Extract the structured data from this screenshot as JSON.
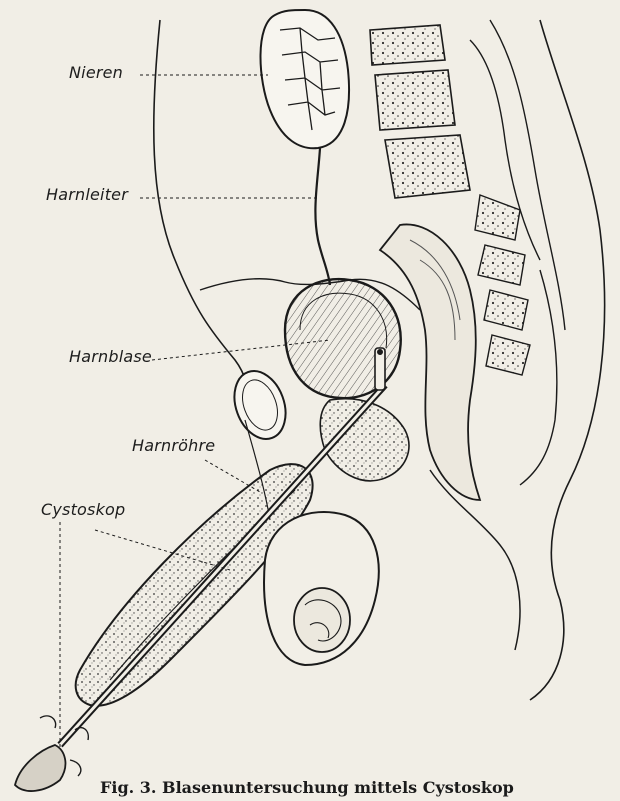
{
  "labels": {
    "nieren": "Nieren",
    "harnleiter": "Harnleiter",
    "harnblase": "Harnblase",
    "harnrohre": "Harnröhre",
    "cystoskop": "Cystoskop"
  },
  "caption": "Fig. 3. Blasenuntersuchung mittels Cystoskop",
  "colors": {
    "paper": "#f1eee6",
    "ink": "#1d1d1d"
  }
}
